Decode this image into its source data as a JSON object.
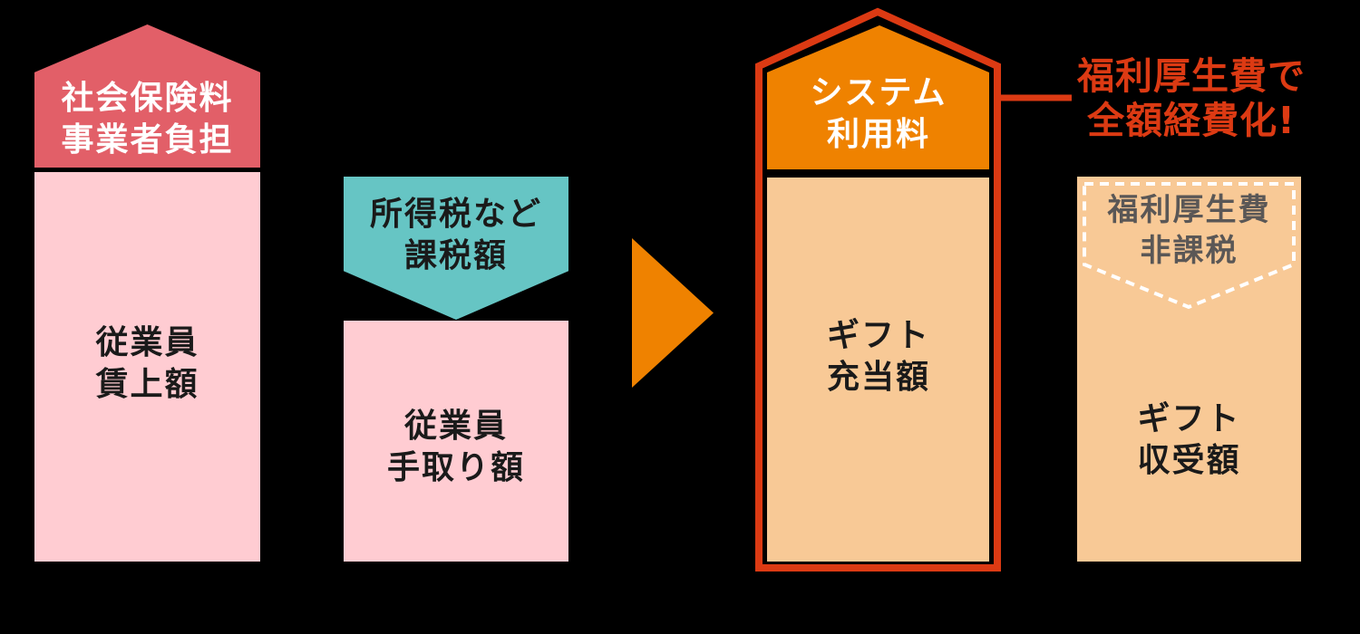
{
  "colors": {
    "bg": "#000000",
    "red_header": "#e25f68",
    "pink": "#ffccd2",
    "teal": "#66c5c4",
    "orange": "#ef8200",
    "outline_red": "#dc3a13",
    "peach": "#f8c996",
    "gray_text": "#5a5756",
    "black_text": "#1a1a1a",
    "white": "#ffffff"
  },
  "diagram": {
    "before": {
      "employer_header": {
        "line1": "社会保険料",
        "line2": "事業者負担"
      },
      "wage_raise": {
        "line1": "従業員",
        "line2": "賃上額"
      },
      "tax_header": {
        "line1": "所得税など",
        "line2": "課税額"
      },
      "take_home": {
        "line1": "従業員",
        "line2": "手取り額"
      }
    },
    "after": {
      "system_fee": {
        "line1": "システム",
        "line2": "利用料"
      },
      "gift_allocation": {
        "line1": "ギフト",
        "line2": "充当額"
      },
      "tax_free_badge": {
        "line1": "福利厚生費",
        "line2": "非課税"
      },
      "gift_receipt": {
        "line1": "ギフト",
        "line2": "収受額"
      }
    },
    "annotation": {
      "line1": "福利厚生費で",
      "line2": "全額経費化!"
    }
  }
}
